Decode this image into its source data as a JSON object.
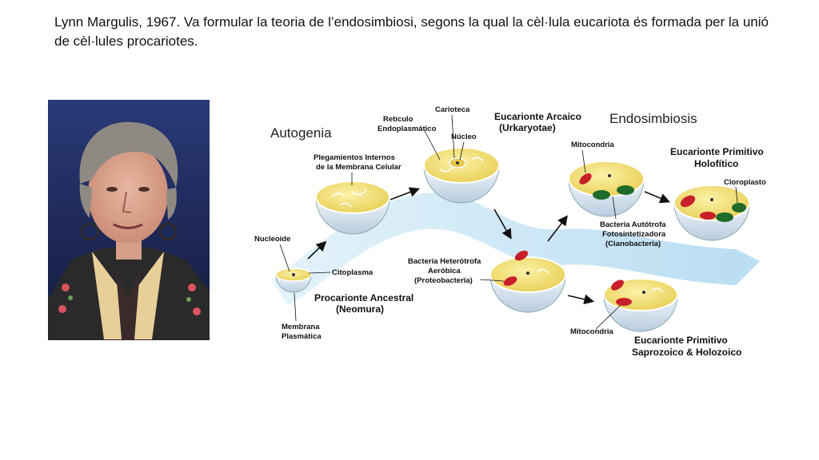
{
  "slide": {
    "caption": "Lynn Margulis, 1967. Va formular la teoria de l’endosimbiosi, segons la qual la cèl·lula eucariota és formada per la unió de cèl·lules procariotes."
  },
  "diagram": {
    "headings": {
      "autogenia": "Autogenia",
      "endosimbiosis": "Endosimbiosis"
    },
    "labels": {
      "nucleoide": "Nucleoide",
      "citoplasma": "Citoplasma",
      "membrana_1": "Membrana",
      "membrana_2": "Plasmática",
      "procarionte_1": "Procarionte Ancestral",
      "procarionte_2": "(Neomura)",
      "plegamientos_1": "Plegamientos Internos",
      "plegamientos_2": "de la Membrana Celular",
      "reticulo_1": "Retículo",
      "reticulo_2": "Endoplasmático",
      "carioteca": "Carioteca",
      "nucleo": "Núcleo",
      "arcaico_1": "Eucarionte Arcaico",
      "arcaico_2": "(Urkaryotae)",
      "heterotrofa_1": "Bacteria Heterótrofa",
      "heterotrofa_2": "Aeróbica",
      "heterotrofa_3": "(Proteobacteria)",
      "mitocondria_top": "Mitocondria",
      "autotrofa_1": "Bacteria Autótrofa",
      "autotrofa_2": "Fotosintetizadora",
      "autotrofa_3": "(Cianobacteria)",
      "holofitico_1": "Eucarionte Primitivo",
      "holofitico_2": "Holofítico",
      "cloroplasto": "Cloroplasto",
      "mitocondria_bottom": "Mitocondria",
      "saprozoico_1": "Eucarionte Primitivo",
      "saprozoico_2": "Saprozoico & Holozoico"
    }
  },
  "colors": {
    "band": "#c9e6f5",
    "cytoplasm": "#f3e27a",
    "membrane": "#ffffff",
    "mitochondria": "#c8202a",
    "chloroplast": "#1f6b2a",
    "photo_bg": "#1b2450"
  }
}
